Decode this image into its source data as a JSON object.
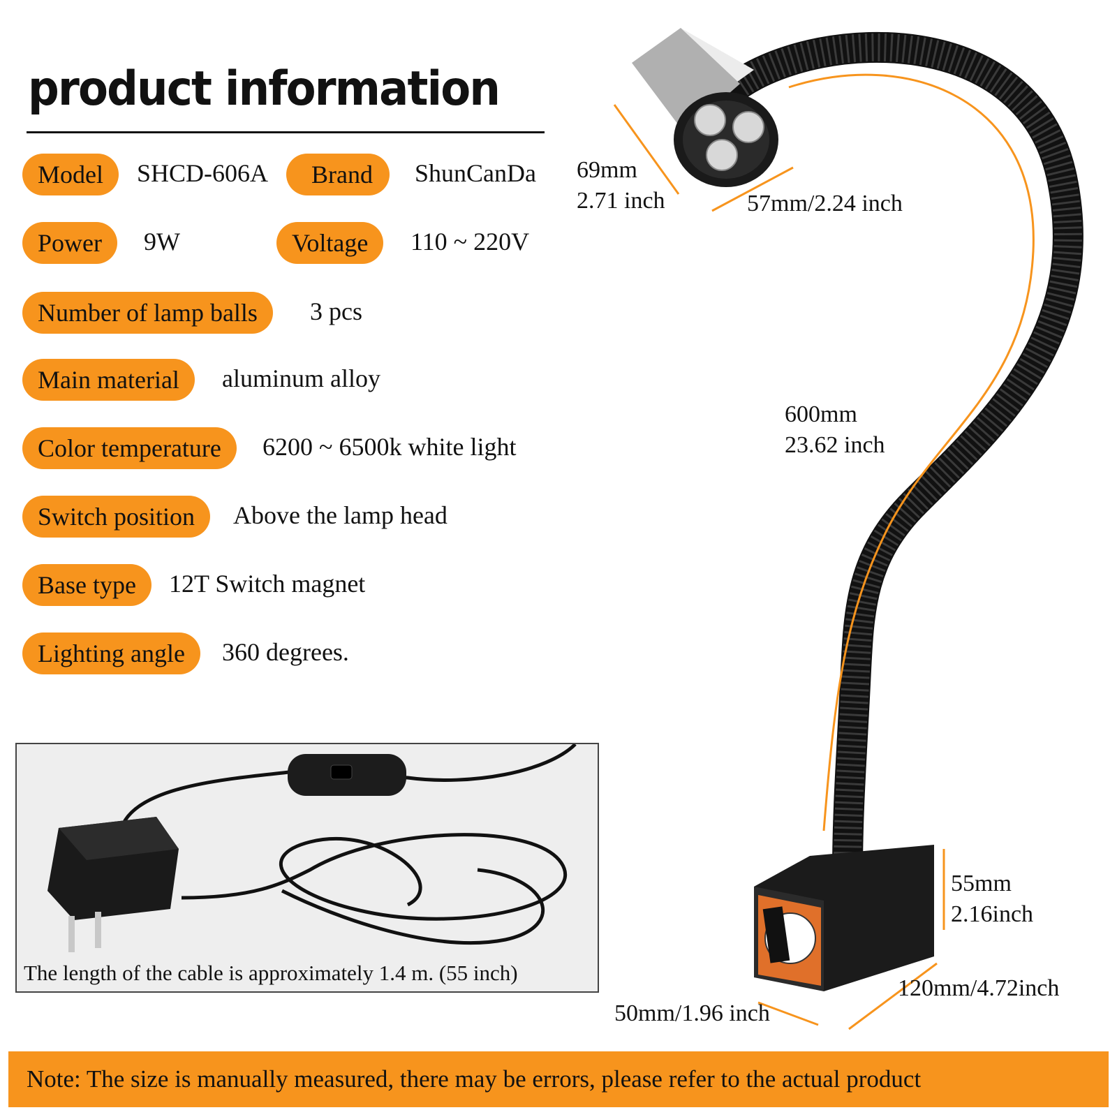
{
  "title": "product information",
  "specs": {
    "model": {
      "label": "Model",
      "value": "SHCD-606A"
    },
    "brand": {
      "label": "Brand",
      "value": "ShunCanDa"
    },
    "power": {
      "label": "Power",
      "value": "9W"
    },
    "voltage": {
      "label": "Voltage",
      "value": "110 ~ 220V"
    },
    "lamp_balls": {
      "label": "Number of lamp balls",
      "value": "3 pcs"
    },
    "material": {
      "label": "Main material",
      "value": "aluminum alloy"
    },
    "color_temp": {
      "label": "Color temperature",
      "value": "6200 ~ 6500k white light"
    },
    "switch_pos": {
      "label": "Switch position",
      "value": "Above the lamp head"
    },
    "base_type": {
      "label": "Base type",
      "value": "12T Switch magnet"
    },
    "angle": {
      "label": "Lighting angle",
      "value": "360 degrees."
    }
  },
  "dimensions": {
    "head_length_mm": "69mm",
    "head_length_in": "2.71 inch",
    "head_diameter": "57mm/2.24 inch",
    "hose_mm": "600mm",
    "hose_in": "23.62 inch",
    "base_height_mm": "55mm",
    "base_height_in": "2.16inch",
    "base_length": "120mm/4.72inch",
    "base_width": "50mm/1.96 inch"
  },
  "cable_caption": "The length of the cable is approximately 1.4 m. (55 inch)",
  "note": "Note: The size is manually measured, there may be errors, please refer to the actual product",
  "colors": {
    "accent": "#f7941d",
    "text": "#111111"
  },
  "icons": [
    "lamp-head-illustration",
    "gooseneck-hose-illustration",
    "magnetic-base-illustration",
    "power-adapter-illustration"
  ]
}
